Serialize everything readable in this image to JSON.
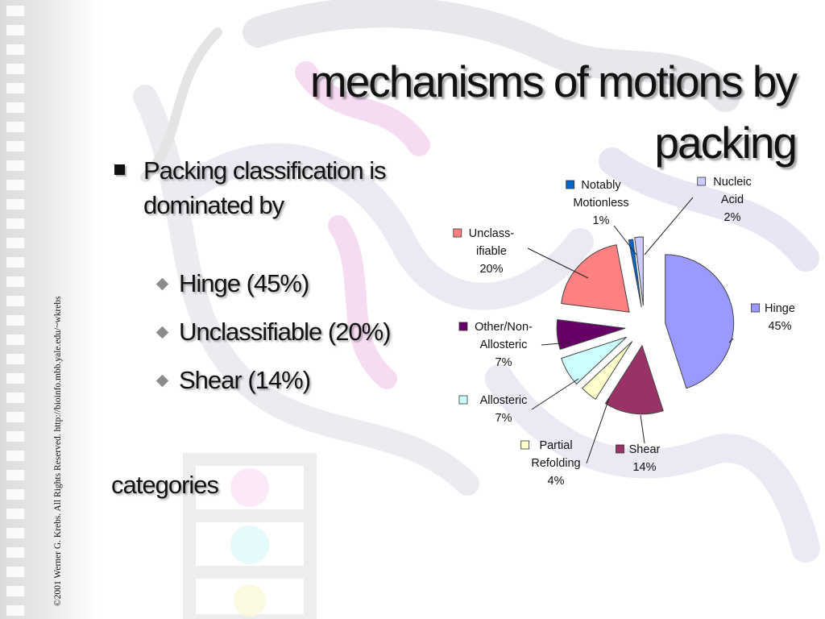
{
  "slide": {
    "title_lines": [
      "mechanisms of motions by",
      "packing"
    ],
    "bullet": "Packing classification is dominated by",
    "sub_bullets": [
      "Hinge (45%)",
      "Unclassifiable (20%)",
      "Shear (14%)"
    ],
    "trailing_text": "categories",
    "copyright": "©2001 Werner G. Krebs. All Rights Reserved. http://bioinfo.mbb.yale.edu/~wkrebs"
  },
  "chart_data": {
    "type": "pie",
    "start_angle_deg": 0,
    "direction": "clockwise",
    "exploded": true,
    "slices": [
      {
        "label_lines": [
          "Hinge"
        ],
        "value": 45,
        "percent_label": "45%",
        "color": "#9999ff"
      },
      {
        "label_lines": [
          "Shear"
        ],
        "value": 14,
        "percent_label": "14%",
        "color": "#993366"
      },
      {
        "label_lines": [
          "Partial",
          "Refolding"
        ],
        "value": 4,
        "percent_label": "4%",
        "color": "#ffffcc"
      },
      {
        "label_lines": [
          "Allosteric"
        ],
        "value": 7,
        "percent_label": "7%",
        "color": "#ccffff"
      },
      {
        "label_lines": [
          "Other/Non-",
          "Allosteric"
        ],
        "value": 7,
        "percent_label": "7%",
        "color": "#660066"
      },
      {
        "label_lines": [
          "Unclass-",
          "ifiable"
        ],
        "value": 20,
        "percent_label": "20%",
        "color": "#ff8080"
      },
      {
        "label_lines": [
          "Notably",
          "Motionless"
        ],
        "value": 1,
        "percent_label": "1%",
        "color": "#0066cc"
      },
      {
        "label_lines": [
          "Nucleic",
          "Acid"
        ],
        "value": 2,
        "percent_label": "2%",
        "color": "#ccccff"
      }
    ],
    "legend": "none"
  }
}
